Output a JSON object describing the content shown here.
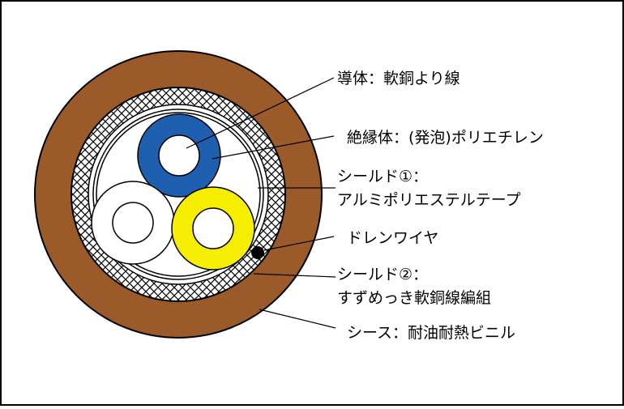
{
  "labels": {
    "conductor": "導体：軟銅より線",
    "insulation": "絶縁体：(発泡)ポリエチレン",
    "shield1_title": "シールド①：",
    "shield1_desc": "アルミポリエステルテープ",
    "drain": "ドレンワイヤ",
    "shield2_title": "シールド②：",
    "shield2_desc": "すずめっき軟銅線編組",
    "sheath": "シース：耐油耐熱ビニル"
  },
  "colors": {
    "sheath": "#9b5a2a",
    "braid_fill": "#ffffff",
    "core_blue": "#1f5fb0",
    "core_white": "#ffffff",
    "core_yellow": "#f5ee00",
    "drain_wire": "#000000",
    "outline": "#000000"
  }
}
